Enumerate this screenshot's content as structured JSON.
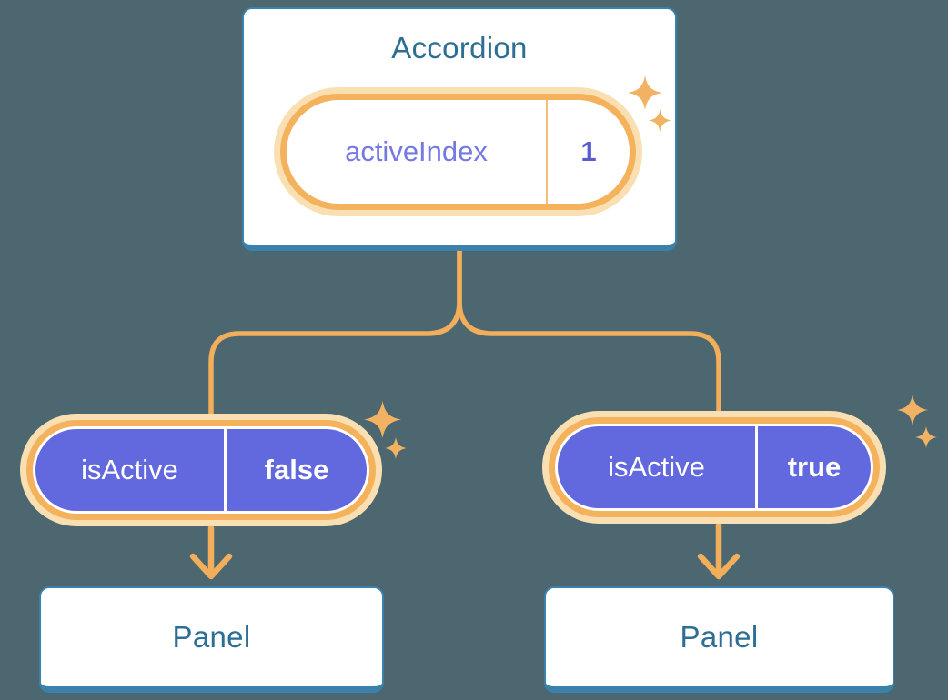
{
  "colors": {
    "background": "#4C6770",
    "card_border": "#3A81AC",
    "card_text": "#2D6E94",
    "connector": "#F2AE5A",
    "pill_ring": "#F5B25C",
    "pill_glow": "#F9DFB2",
    "prop_pill_fill": "#6268DD",
    "state_name_text": "#757AE2",
    "state_value_text": "#575CD3",
    "sparkle": "#F2B264"
  },
  "accordion": {
    "title": "Accordion",
    "state": {
      "name": "activeIndex",
      "value": "1"
    }
  },
  "children": [
    {
      "prop_name": "isActive",
      "prop_value": "false",
      "panel_label": "Panel"
    },
    {
      "prop_name": "isActive",
      "prop_value": "true",
      "panel_label": "Panel"
    }
  ]
}
